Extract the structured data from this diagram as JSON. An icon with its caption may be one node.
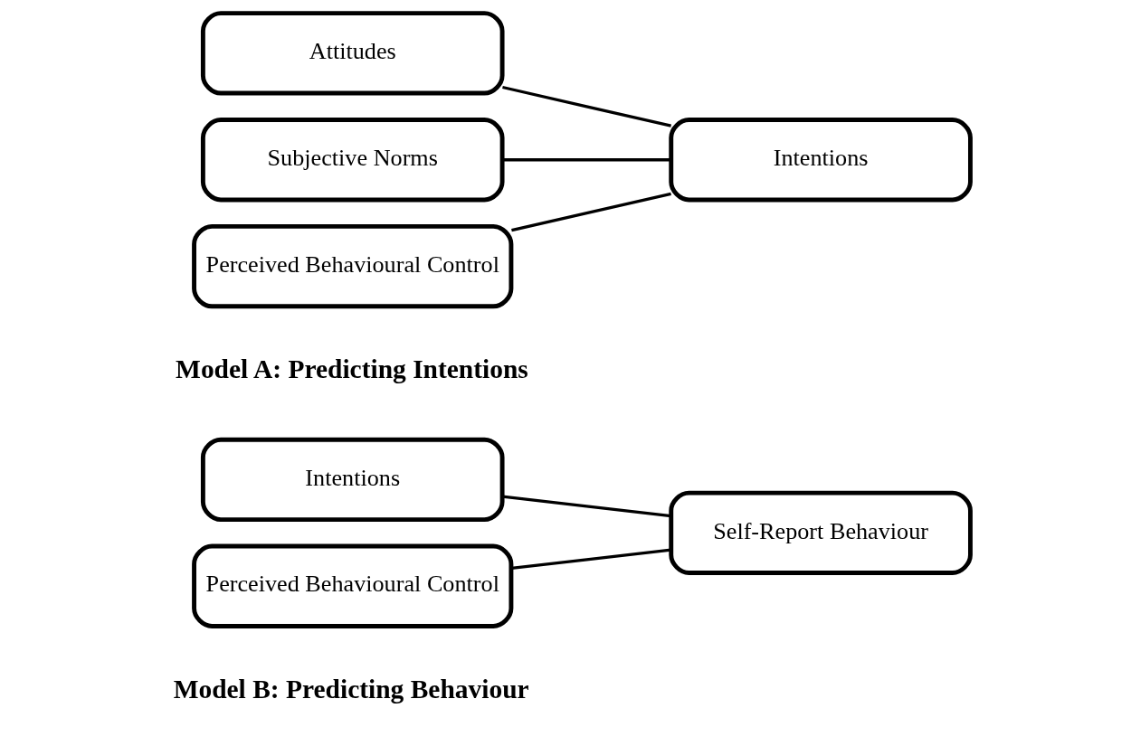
{
  "diagram": {
    "nodes": [
      {
        "text": [
          "Attitudes"
        ]
      },
      {
        "text": [
          "Subjective Norms"
        ]
      },
      {
        "text": [
          "Perceived Behavioural Control"
        ]
      },
      {
        "text": [
          "Intentions"
        ]
      },
      {
        "text": [
          "Intentions"
        ]
      },
      {
        "text": [
          "Perceived Behavioural Control"
        ]
      },
      {
        "text": [
          "Self-Report Behaviour"
        ]
      }
    ],
    "edges": [
      {
        "from": 0,
        "to": 3,
        "arrow": "none"
      },
      {
        "from": 1,
        "to": 3,
        "arrow": "none"
      },
      {
        "from": 2,
        "to": 3,
        "arrow": "none"
      },
      {
        "from": 4,
        "to": 6,
        "arrow": "none"
      },
      {
        "from": 5,
        "to": 6,
        "arrow": "none"
      }
    ],
    "labels": [
      "Model A: Predicting Intentions",
      "Model B: Predicting Behaviour"
    ]
  }
}
